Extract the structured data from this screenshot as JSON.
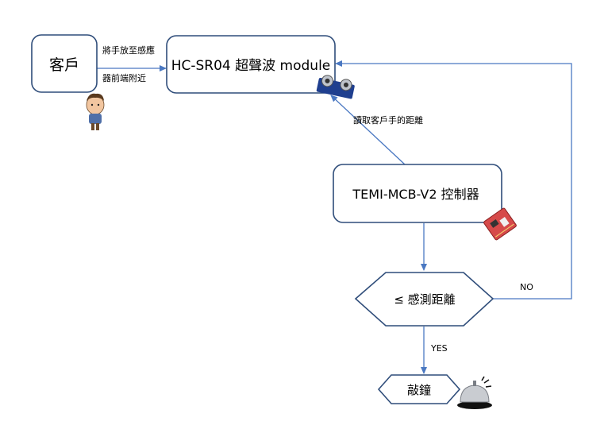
{
  "nodes": {
    "customer": "客戶",
    "sensor": "HC-SR04 超聲波 module",
    "controller": "TEMI-MCB-V2  控制器",
    "decision": "≤ 感測距離",
    "bell": "敲鐘"
  },
  "edges": {
    "customer_to_sensor_line1": "將手放至感應",
    "customer_to_sensor_line2": "器前端附近",
    "controller_to_sensor": "讀取客戶手的距離",
    "no_label": "NO",
    "yes_label": "YES"
  },
  "icons": {
    "person": "person-icon",
    "ultrasonic": "ultrasonic-sensor-icon",
    "board": "circuit-board-icon",
    "bell": "service-bell-icon"
  },
  "colors": {
    "box_stroke": "#2f4d7a",
    "arrow": "#4a78c2",
    "text": "#000000"
  }
}
